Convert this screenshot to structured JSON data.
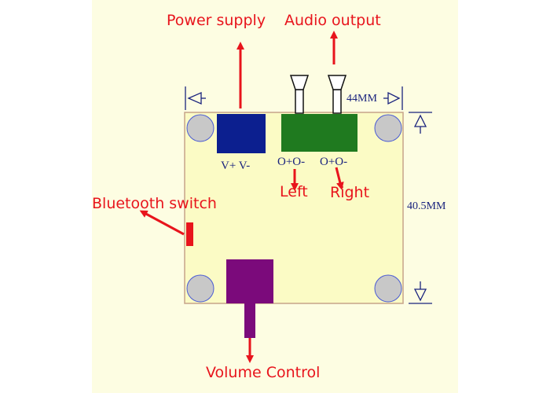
{
  "colors": {
    "page_background": "#fdfde2",
    "board_fill": "#fbfbc5",
    "board_border": "#c7a389",
    "power_connector": "#0c1f8f",
    "audio_connector": "#1f7a1f",
    "volume_knob": "#7b0a7b",
    "switch": "#e8141c",
    "annotation": "#e8141c",
    "dimension": "#1a237e",
    "mount_hole": "#c8c8c8"
  },
  "labels": {
    "power_supply": "Power supply",
    "audio_output": "Audio output",
    "bluetooth_switch": "Bluetooth switch",
    "left": "Left",
    "right": "Right",
    "volume_control": "Volume Control"
  },
  "pins": {
    "power": "V+  V-",
    "left_channel": "O+O-",
    "right_channel": "O+O-"
  },
  "dimensions": {
    "width": "44MM",
    "height": "40.5MM"
  },
  "icons": [
    "speaker-icon",
    "speaker-icon",
    "arrow-icon"
  ]
}
